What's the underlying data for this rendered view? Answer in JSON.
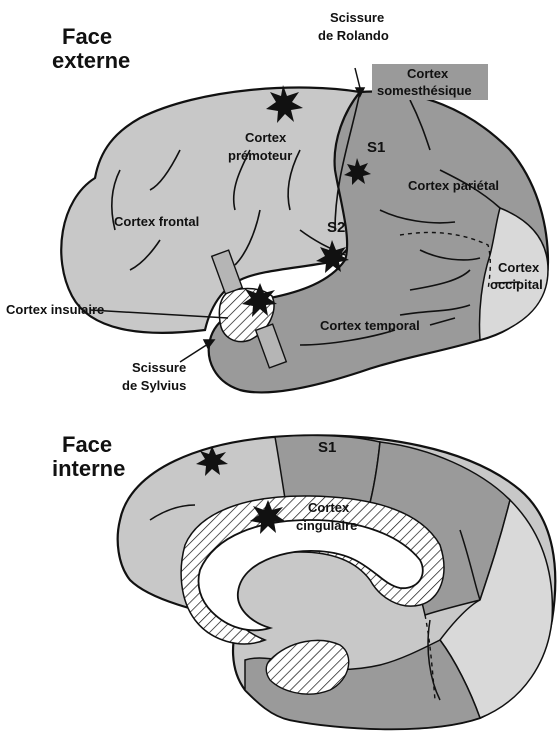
{
  "external": {
    "heading_line1": "Face",
    "heading_line2": "externe",
    "scissure_rolando_line1": "Scissure",
    "scissure_rolando_line2": "de Rolando",
    "cortex_somesthesique_line1": "Cortex",
    "cortex_somesthesique_line2": "somesthésique",
    "cortex_premoteur_line1": "Cortex",
    "cortex_premoteur_line2": "prémoteur",
    "s1": "S1",
    "s2": "S2",
    "cortex_parietal": "Cortex pariétal",
    "cortex_frontal": "Cortex frontal",
    "cortex_occipital_line1": "Cortex",
    "cortex_occipital_line2": "occipital",
    "cortex_insulaire": "Cortex insulaire",
    "cortex_temporal": "Cortex temporal",
    "scissure_sylvius_line1": "Scissure",
    "scissure_sylvius_line2": "de Sylvius"
  },
  "internal": {
    "heading_line1": "Face",
    "heading_line2": "interne",
    "s1": "S1",
    "cortex_cingulaire_line1": "Cortex",
    "cortex_cingulaire_line2": "cingulaire"
  },
  "colors": {
    "light_gray": "#c8c8c8",
    "dark_gray": "#9a9a9a",
    "lighter_gray": "#d9d9d9",
    "outline": "#111111"
  }
}
